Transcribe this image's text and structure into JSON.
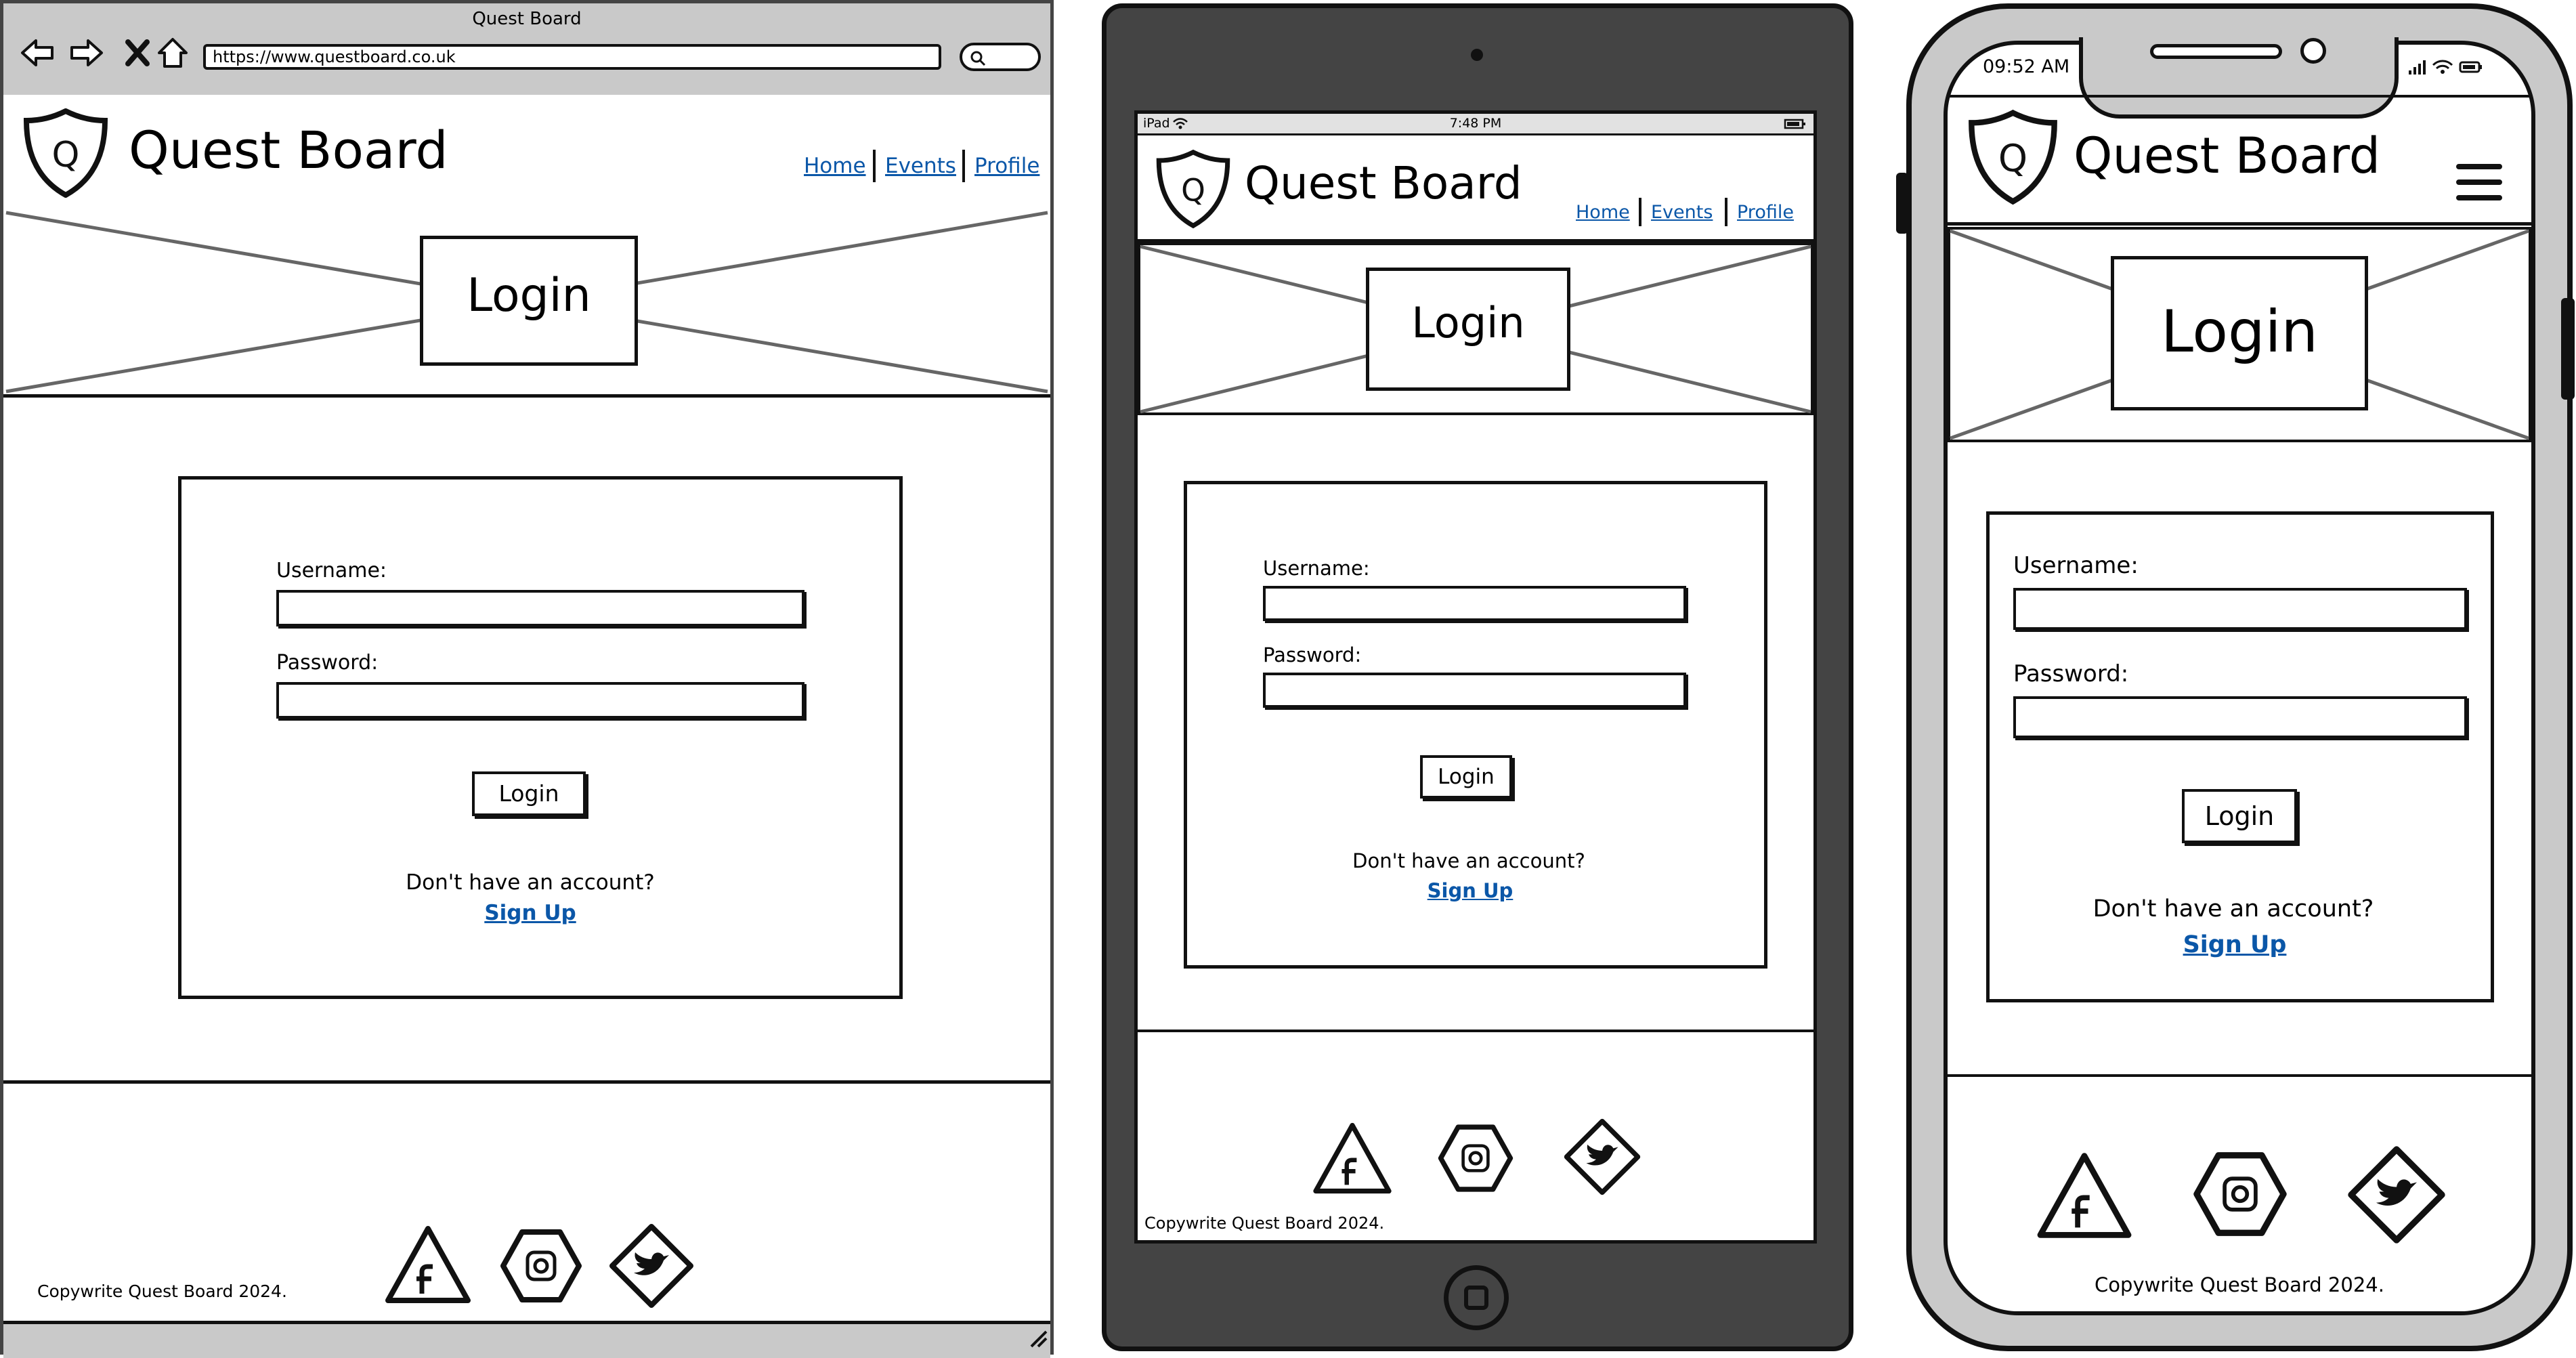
{
  "brand": {
    "name": "Quest Board",
    "logo_letter": "Q"
  },
  "nav": {
    "home": "Home",
    "events": "Events",
    "profile": "Profile"
  },
  "hero": {
    "title": "Login"
  },
  "form": {
    "username_label": "Username:",
    "password_label": "Password:",
    "submit_label": "Login",
    "prompt": "Don't have an account?",
    "signup_label": "Sign Up"
  },
  "footer": {
    "copyright": "Copywrite Quest Board 2024.",
    "social_icons": [
      "facebook-icon",
      "instagram-icon",
      "twitter-icon"
    ]
  },
  "desktop": {
    "window_title": "Quest Board",
    "url": "https://www.questboard.co.uk"
  },
  "tablet": {
    "status_device": "iPad",
    "status_time": "7:48 PM"
  },
  "phone": {
    "status_time": "09:52 AM"
  },
  "colors": {
    "link": "#0b57a8",
    "chrome": "#c9c9c9",
    "tablet_body": "#444444"
  }
}
